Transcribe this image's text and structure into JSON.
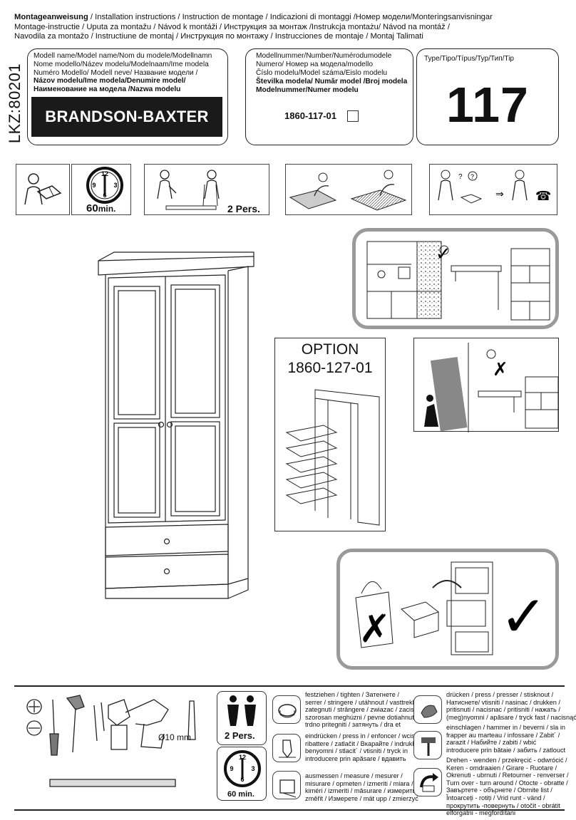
{
  "header": {
    "line1_bold": "Montageanweisung",
    "line1": " / Installation instructions / Instruction de montage / Indicazioni di montaggi /Номер модели/Monteringsanvisningar",
    "line2": " Montage-instructie / Uputa za montažu / Návod k montáži / Инструкция за монтаж /Instrukcja montażu/ Návod na montáž /",
    "line3": "Navodila za montažo / Instructiune de montaj / Инструкция по монтажу     / Instrucciones de montaje / Montaj  Talimati"
  },
  "lkz": "LKZ:80201",
  "model": {
    "labels": [
      "Modell name/Model name/Nom du modele/Modellnamn",
      " Nome modello/Název modelu/Modelnaam/Ime modela",
      "Numéro Modello/ Modell neve/    Название модели /",
      "Názov modelu/Ime modela/Denumire model/",
      "Наименование на модела /Nazwa modelu"
    ],
    "name": "BRANDSON-BAXTER"
  },
  "model_number": {
    "labels": [
      "Modellnummer/Number/Numérodumodele",
      "Numero/   Номер на модела/modello",
      "Číslo modelu/Model száma/Eislo modelu",
      "Številka modela/  Număr model /Broj modela",
      "Modelnummer/Numer modelu"
    ],
    "number": "1860-117-01"
  },
  "type": {
    "label": "Type/Tipo/Típus/Typ/Тип/Tip",
    "value": "117"
  },
  "prep": {
    "time": "60",
    "time_unit": "min.",
    "persons": "2 Pers."
  },
  "option": {
    "title": "OPTION",
    "number": "1860-127-01"
  },
  "footer": {
    "drill": "Ø10 mm",
    "persons": "2 Pers.",
    "time": "60 min.",
    "legend_left": [
      [
        "festziehen / tighten / Затегнете /",
        "serrer / stringere / utáhnout / vasttrekken /",
        "zategnuti / strângere / zwiazac / zacisn´ać",
        "szorosan meghúzni / pevne dotiahnut´/",
        "trdno pritegniti / затянуть / dra et"
      ],
      [
        "eindrücken / press in / enfoncer / wcisnąć",
        "ribattere / zatlačit / Вкарайте / indrukken",
        "benyomni / stlacit´ / vtisniti / tryck in",
        "introducere prin apăsare / вдавить"
      ],
      [
        "ausmessen / measure / mesurer /",
        "misurare / opmeten / izmeriti / miara /",
        "kiméri / izmeriti / măsurare / измерить",
        "změřit / Измерете / mät upp / zmierzyć"
      ]
    ],
    "legend_right": [
      [
        "drücken / press / presser / stisknout /",
        "Натиснете/ vtisniti / nasinac / drukken /",
        "pritisnuti / nacisnac / pritisniti / нажать /",
        "(meg)nyomni / apăsare / tryck fast / nacisnąć"
      ],
      [
        "einschlagen / hammer in / beverni / sla in",
        "frapper au marteau / infossare / Zabit´ /",
        "zarazit / Набийте / zabiti / wbić",
        "introducere prin bătaie / забить / zatlouct"
      ],
      [
        "Drehen - wenden / przekręcić - odwrócić /",
        "Keren - omdraaien / Girare - Ruotare /",
        "Okrenuti - ubrnuti / Retourner - renverser /",
        "Turn over - turn around / Otocte - obratte /",
        "Завъртете - обърнете / Obrnite list /",
        "Întoarceți - rotiți / Vrid runt - vänd /",
        "прокрутить -повернуть / otočit - obrátit",
        "elforgatni - megfordítani"
      ]
    ]
  }
}
